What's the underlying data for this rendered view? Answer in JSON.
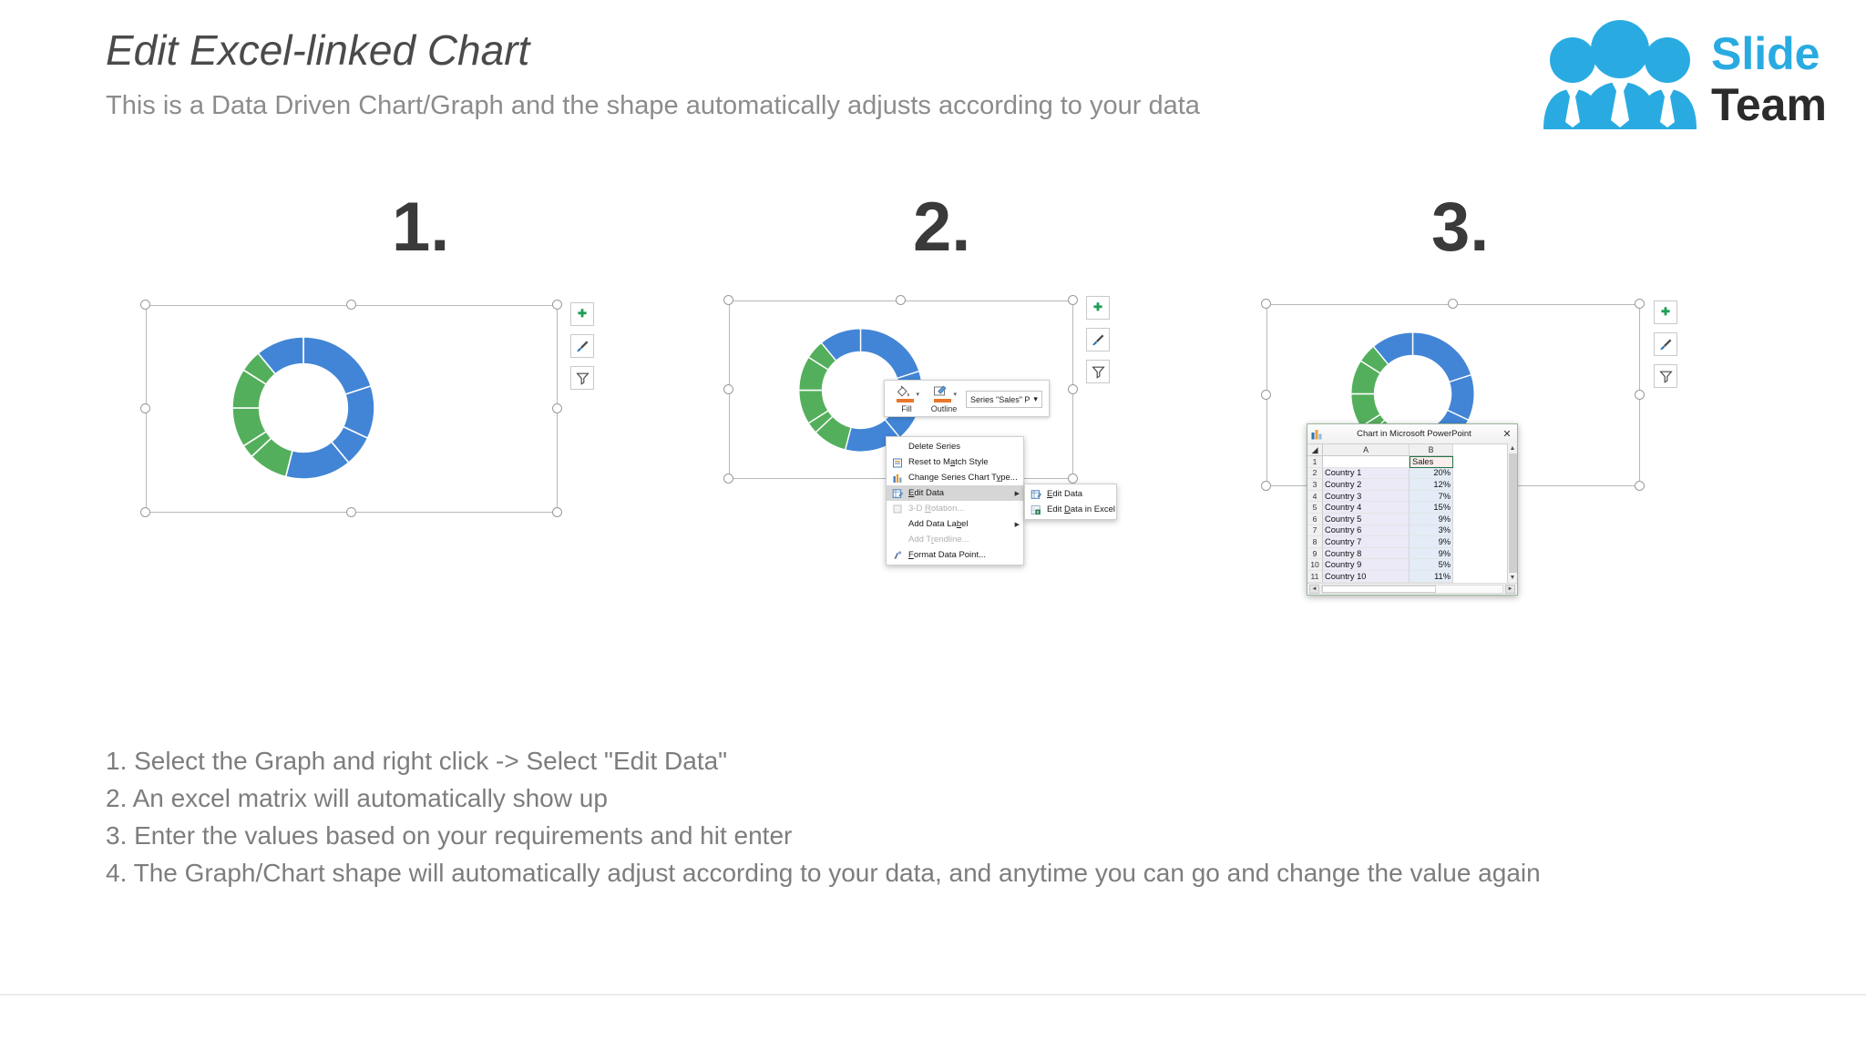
{
  "header": {
    "title": "Edit Excel-linked Chart",
    "subtitle": "This is a Data Driven Chart/Graph and the shape automatically adjusts according to your data"
  },
  "logo": {
    "word_top": "Slide",
    "word_bottom": "Team",
    "brand_blue": "#29ABE2",
    "brand_dark": "#2B2B2B"
  },
  "steps": [
    {
      "number": "1."
    },
    {
      "number": "2."
    },
    {
      "number": "3."
    }
  ],
  "chart_buttons": [
    {
      "name": "chart-elements",
      "glyph": "+"
    },
    {
      "name": "chart-styles",
      "glyph": "brush"
    },
    {
      "name": "chart-filters",
      "glyph": "funnel"
    }
  ],
  "mini_toolbar": {
    "fill_label": "Fill",
    "outline_label": "Outline",
    "series_combo": "Series \"Sales\" P",
    "caret": "▾"
  },
  "context_menu": {
    "items": [
      {
        "label": "Delete Series",
        "icon": "none",
        "disabled": false,
        "submenu": false,
        "highlight": false
      },
      {
        "label": "Reset to Match Style",
        "icon": "reset-style-icon",
        "disabled": false,
        "submenu": false,
        "highlight": false
      },
      {
        "label": "Change Series Chart Type...",
        "icon": "chart-type-icon",
        "disabled": false,
        "submenu": false,
        "highlight": false
      },
      {
        "label": "Edit Data",
        "icon": "edit-data-icon",
        "disabled": false,
        "submenu": true,
        "highlight": true
      },
      {
        "label": "3-D Rotation...",
        "icon": "rotation-icon",
        "disabled": true,
        "submenu": false,
        "highlight": false
      },
      {
        "label": "Add Data Label",
        "icon": "none",
        "disabled": false,
        "submenu": true,
        "highlight": false
      },
      {
        "label": "Add Trendline...",
        "icon": "none",
        "disabled": true,
        "submenu": false,
        "highlight": false
      },
      {
        "label": "Format Data Point...",
        "icon": "format-point-icon",
        "disabled": false,
        "submenu": false,
        "highlight": false
      }
    ],
    "submenu": [
      {
        "label": "Edit Data",
        "icon": "edit-data-icon"
      },
      {
        "label": "Edit Data in Excel",
        "icon": "excel-icon"
      }
    ]
  },
  "excel_window": {
    "title": "Chart in Microsoft PowerPoint",
    "close_glyph": "✕",
    "columns": [
      "A",
      "B"
    ],
    "header_row_number": "1",
    "header_cells": [
      "",
      "Sales"
    ],
    "rows": [
      {
        "n": "2",
        "a": "Country 1",
        "b": "20%"
      },
      {
        "n": "3",
        "a": "Country 2",
        "b": "12%"
      },
      {
        "n": "4",
        "a": "Country 3",
        "b": "7%"
      },
      {
        "n": "5",
        "a": "Country 4",
        "b": "15%"
      },
      {
        "n": "6",
        "a": "Country 5",
        "b": "9%"
      },
      {
        "n": "7",
        "a": "Country 6",
        "b": "3%"
      },
      {
        "n": "8",
        "a": "Country 7",
        "b": "9%"
      },
      {
        "n": "9",
        "a": "Country 8",
        "b": "9%"
      },
      {
        "n": "10",
        "a": "Country 9",
        "b": "5%"
      },
      {
        "n": "11",
        "a": "Country 10",
        "b": "11%"
      }
    ]
  },
  "instructions": [
    "1. Select the Graph and right click -> Select \"Edit Data\"",
    "2. An excel matrix will automatically show up",
    "3. Enter the values based on your requirements and hit enter",
    "4. The Graph/Chart shape will automatically adjust according to your data, and anytime you can go and change the value again"
  ],
  "chart_data": {
    "type": "pie",
    "variant": "doughnut",
    "title": "",
    "series_name": "Sales",
    "categories": [
      "Country 1",
      "Country 2",
      "Country 3",
      "Country 4",
      "Country 5",
      "Country 6",
      "Country 7",
      "Country 8",
      "Country 9",
      "Country 10"
    ],
    "values": [
      20,
      12,
      7,
      15,
      9,
      3,
      9,
      9,
      5,
      11
    ],
    "unit": "%",
    "colors": [
      "#4285D6",
      "#4285D6",
      "#4285D6",
      "#4285D6",
      "#54AF5C",
      "#54AF5C",
      "#54AF5C",
      "#54AF5C",
      "#54AF5C",
      "#4285D6"
    ],
    "palette": {
      "blue": "#4285D6",
      "green": "#54AF5C"
    },
    "legend": "none",
    "grid": false,
    "hole_ratio": 0.62,
    "start_angle": -90
  }
}
